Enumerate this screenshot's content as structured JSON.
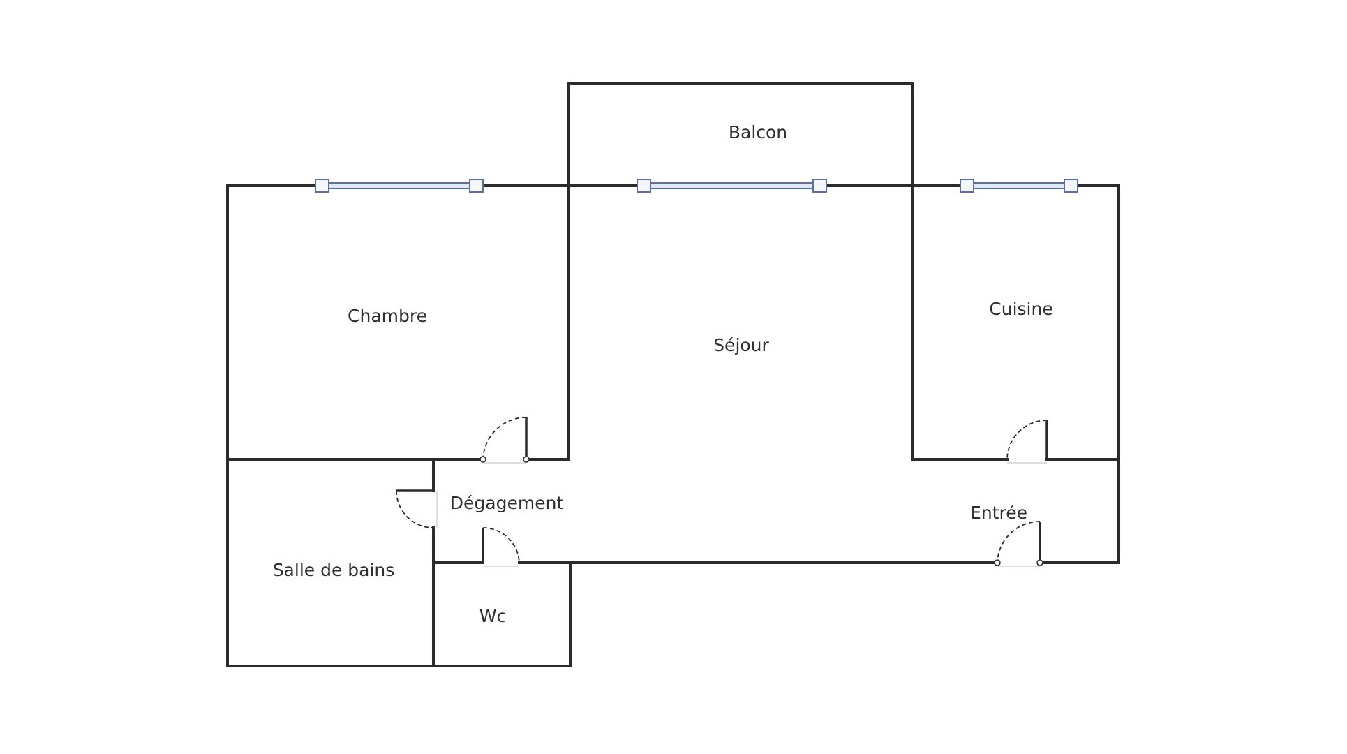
{
  "colors": {
    "wall": "#2b2b2b",
    "window": "#5b6fa3",
    "background": "#ffffff"
  },
  "rooms": {
    "balcon": "Balcon",
    "chambre": "Chambre",
    "sejour": "Séjour",
    "cuisine": "Cuisine",
    "degagement": "Dégagement",
    "entree": "Entrée",
    "salle_de_bains": "Salle de bains",
    "wc": "Wc"
  }
}
